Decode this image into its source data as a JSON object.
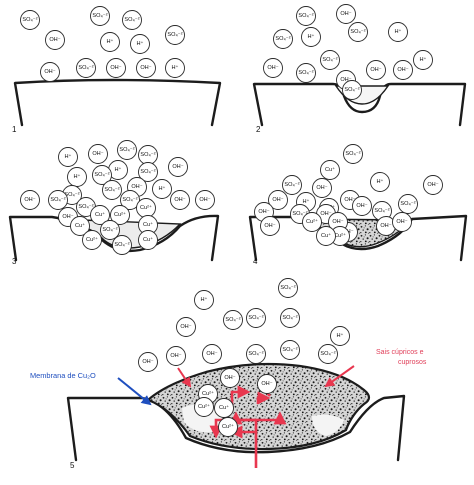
{
  "panels": [
    {
      "number": "1",
      "ions": [
        "SO₄⁻²",
        "OH⁻",
        "SO₄⁻²",
        "SO₄⁻²",
        "H⁺",
        "H⁺",
        "OH⁻",
        "SO₄⁻²",
        "OH⁻",
        "OH⁻",
        "SO₄⁻²",
        "H⁺"
      ]
    },
    {
      "number": "2",
      "ions": [
        "SO₄⁻²",
        "OH⁻",
        "SO₄⁻²",
        "H⁺",
        "SO₄⁻²",
        "H⁺",
        "SO₄⁻²",
        "OH⁻",
        "SO₄⁻²",
        "OH⁻",
        "OH⁻",
        "OH⁻",
        "H⁺",
        "SO₄⁻²"
      ]
    },
    {
      "number": "3",
      "ions": [
        "H⁺",
        "OH⁻",
        "SO₄⁻²",
        "SO₄⁻²",
        "H⁺",
        "SO₄⁻²",
        "OH⁻",
        "H⁺",
        "SO₄⁻²",
        "OH⁻",
        "SO₄⁻²",
        "SO₄⁻²",
        "H⁺",
        "OH⁻",
        "SO₄⁻²",
        "SO₄⁻²",
        "OH⁻",
        "OH⁻",
        "SO₄⁻²",
        "Cu⁺",
        "OH⁻",
        "Cu²⁺",
        "Cu⁺",
        "Cu²⁺",
        "SO₄⁻²",
        "SO₄⁻²",
        "Cu⁺",
        "Cu²⁺",
        "Cu⁺"
      ]
    },
    {
      "number": "4",
      "ions": [
        "SO₄⁻²",
        "Cu⁺",
        "SO₄⁻²",
        "OH⁻",
        "H⁺",
        "OH⁻",
        "OH⁻",
        "H⁺",
        "OH⁻",
        "SO₄⁻²",
        "Cu²⁺",
        "SO₄⁻²",
        "OH⁻",
        "OH⁻",
        "SO₄⁻²",
        "OH⁻",
        "OH⁻",
        "OH⁻",
        "Cu²⁺",
        "OH⁻",
        "OH⁻",
        "OH⁻",
        "Cu²⁺",
        "Cu⁺"
      ]
    },
    {
      "number": "5",
      "ions": [
        "H⁺",
        "SO₄⁻²",
        "SO₄⁻²",
        "OH⁻",
        "SO₄⁻²",
        "SO₄⁻²",
        "OH⁻",
        "H⁺",
        "OH⁻",
        "OH⁻",
        "SO₄⁻²",
        "SO₄⁻²",
        "SO₄⁻²",
        "OH⁻",
        "Cu²⁺",
        "OH⁻",
        "Cu²⁺",
        "Cu⁺",
        "Cu²⁺"
      ]
    }
  ],
  "labels": {
    "membrane": "Membrana de Cu₂O",
    "salts_line1": "Sais cúpricos e",
    "salts_line2": "cuprosos"
  },
  "colors": {
    "membrane_label": "#1f4fbf",
    "salts_label": "#e0405a",
    "arrow_red": "#e8374f",
    "arrow_blue": "#1f4fbf",
    "outline": "#1c1c1c"
  }
}
